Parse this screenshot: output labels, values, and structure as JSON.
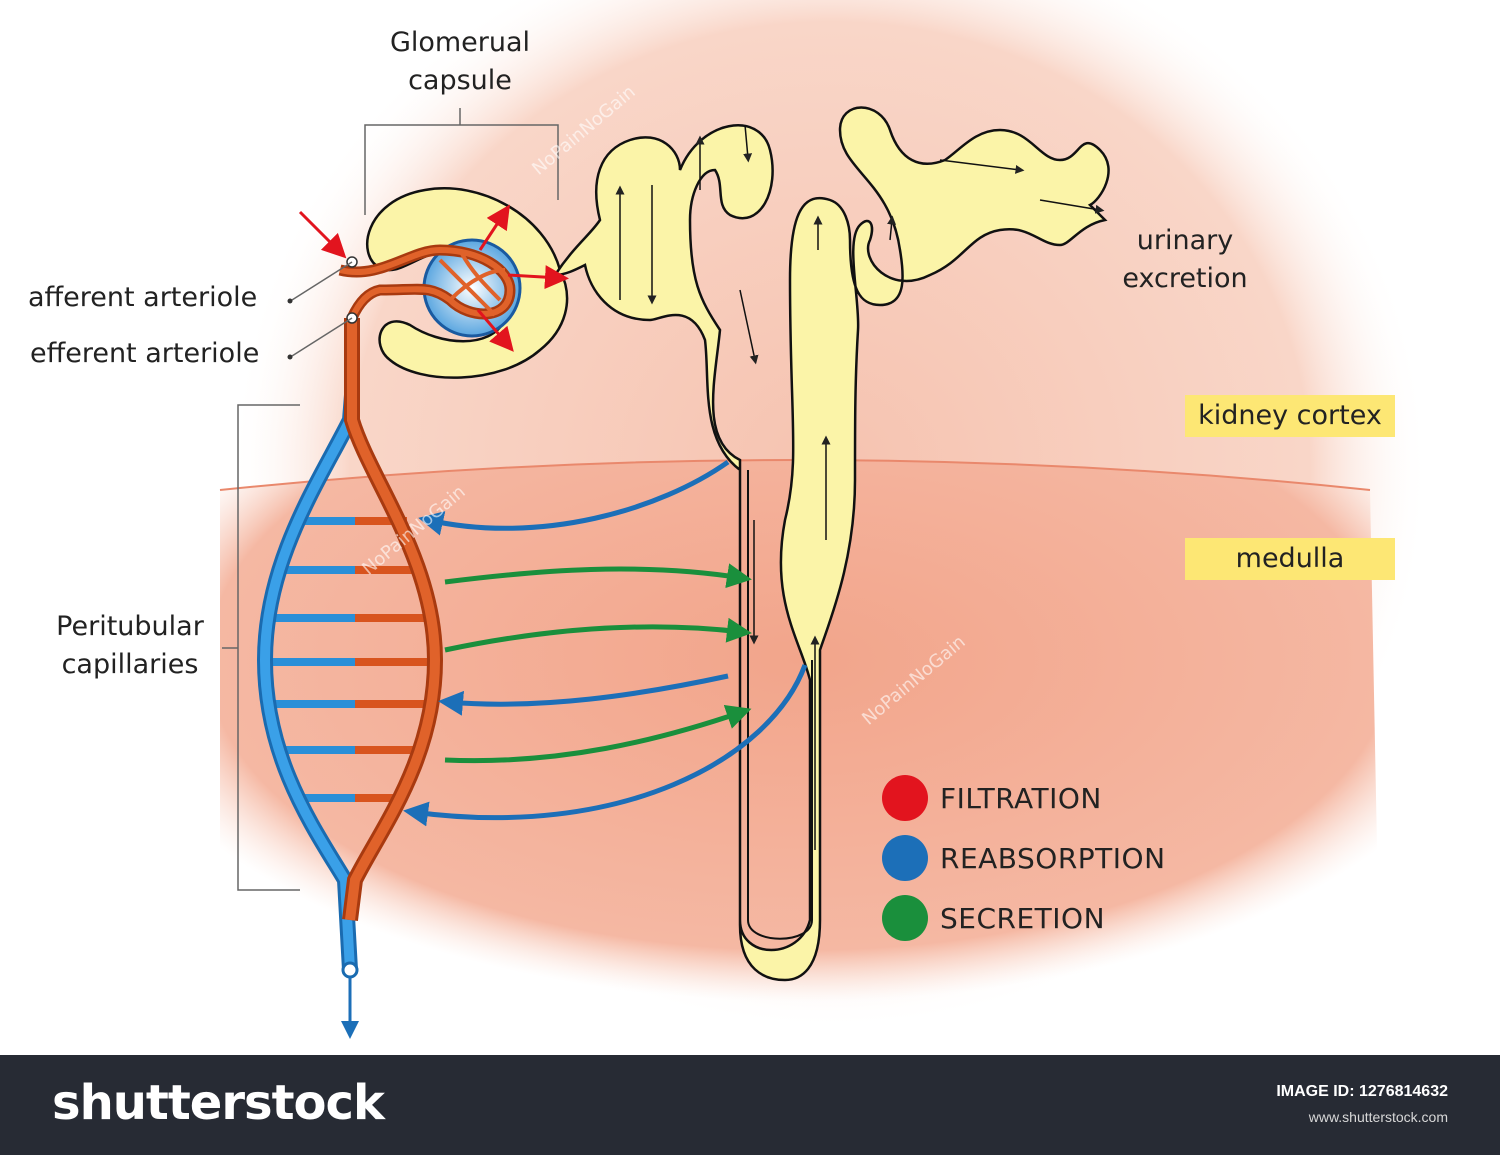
{
  "labels": {
    "glomerular_capsule_line1": "Glomerual",
    "glomerular_capsule_line2": "capsule",
    "afferent_arteriole": "afferent arteriole",
    "efferent_arteriole": "efferent arteriole",
    "peritubular_line1": "Peritubular",
    "peritubular_line2": "capillaries",
    "urinary_line1": "urinary",
    "urinary_line2": "excretion"
  },
  "zones": {
    "cortex": "kidney cortex",
    "medulla": "medulla"
  },
  "legend": [
    {
      "label": "FILTRATION",
      "color": "#e2141e"
    },
    {
      "label": "REABSORPTION",
      "color": "#1c6fb8"
    },
    {
      "label": "SECRETION",
      "color": "#1a8f3c"
    }
  ],
  "colors": {
    "tubule_fill": "#fbf4a8",
    "artery": "#d8541e",
    "vein": "#2a8fd8",
    "cortex_bg": "#f9d3c3",
    "medulla_bg": "#f2a78e",
    "zone_tag": "#fde774"
  },
  "watermark": {
    "brand": "shutterstock",
    "stamp": "NoPainNoGain",
    "image_id": "IMAGE ID: 1276814632",
    "site": "www.shutterstock.com"
  }
}
